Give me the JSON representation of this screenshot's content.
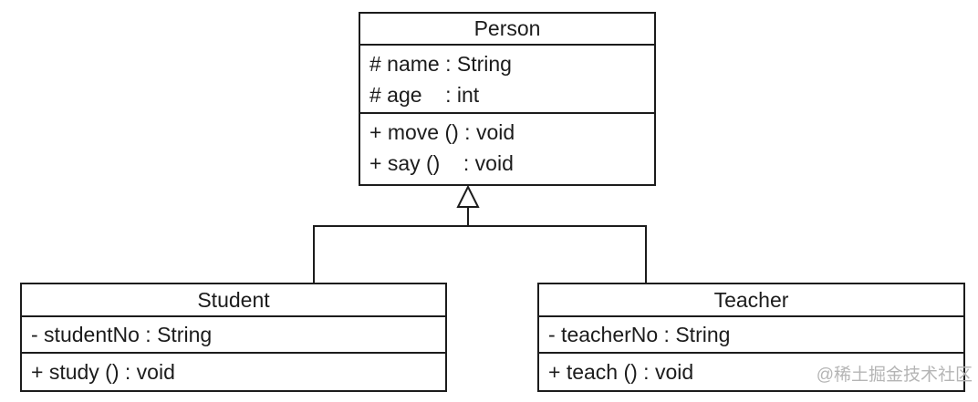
{
  "diagram": {
    "type": "uml-class-diagram",
    "classes": [
      {
        "name": "Person",
        "attributes": [
          "# name : String",
          "# age    : int"
        ],
        "methods": [
          "+ move () : void",
          "+ say ()    : void"
        ]
      },
      {
        "name": "Student",
        "attributes": [
          "- studentNo : String"
        ],
        "methods": [
          "+ study () : void"
        ]
      },
      {
        "name": "Teacher",
        "attributes": [
          "- teacherNo : String"
        ],
        "methods": [
          "+ teach () : void"
        ]
      }
    ],
    "relations": [
      {
        "type": "generalization",
        "from": "Student",
        "to": "Person"
      },
      {
        "type": "generalization",
        "from": "Teacher",
        "to": "Person"
      }
    ],
    "colors": {
      "line": "#1c1c1c",
      "background": "#ffffff",
      "watermark": "#b5b5b5"
    }
  },
  "watermark": {
    "text": "@稀土掘金技术社区"
  }
}
